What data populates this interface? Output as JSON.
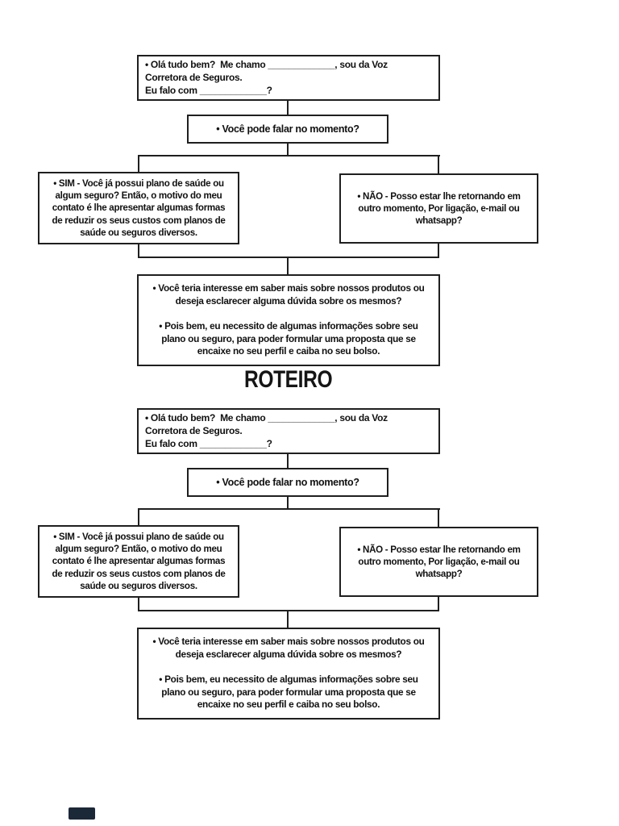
{
  "title": "ROTEIRO",
  "colors": {
    "background": "#ffffff",
    "text": "#111111",
    "box_border": "#1f1f1f",
    "bottom_badge": "#1b2838"
  },
  "boxes": {
    "intro": "• Olá tudo bem?  Me chamo _____________, sou da Voz\nCorretora de Seguros.\nEu falo com _____________?",
    "question": "• Você pode falar no momento?",
    "yes": "• SIM - Você já possui plano de saúde ou\nalgum seguro? Então, o motivo do meu\ncontato é lhe apresentar algumas formas\nde reduzir os seus custos com planos de\nsaúde ou seguros diversos.",
    "no": "• NÃO - Posso estar lhe retornando em\noutro momento, Por ligação, e-mail ou\nwhatsapp?",
    "closing": "• Você teria interesse em saber mais sobre nossos produtos ou\ndeseja esclarecer alguma dúvida sobre os mesmos?\n\n• Pois bem, eu necessito de algumas informações sobre seu\nplano ou seguro, para poder formular uma proposta que se\nencaixe no seu perfil e caiba no seu bolso."
  }
}
